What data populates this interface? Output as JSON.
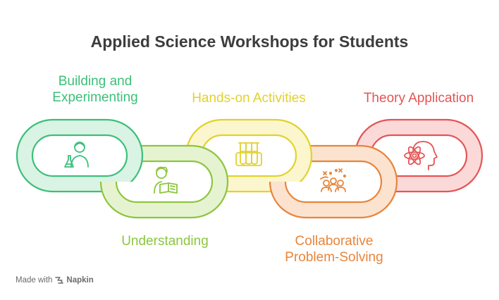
{
  "title": "Applied Science Workshops for Students",
  "steps": [
    {
      "label_lines": [
        "Building and",
        "Experimenting"
      ],
      "color": "#3dbf7a",
      "fill": "#d9f3e4",
      "icon": "scientist-flask-icon"
    },
    {
      "label_lines": [
        "Understanding"
      ],
      "color": "#8cc63f",
      "fill": "#e6f3d1",
      "icon": "reading-book-icon"
    },
    {
      "label_lines": [
        "Hands-on Activities"
      ],
      "color": "#e2d22c",
      "fill": "#fbf6cd",
      "icon": "test-tubes-icon"
    },
    {
      "label_lines": [
        "Collaborative",
        "Problem-Solving"
      ],
      "color": "#e8853a",
      "fill": "#fbe3d0",
      "icon": "team-sparks-icon"
    },
    {
      "label_lines": [
        "Theory Application"
      ],
      "color": "#e55454",
      "fill": "#fbd9d9",
      "icon": "atom-head-icon"
    }
  ],
  "footer": {
    "prefix": "Made with",
    "brand": "Napkin"
  }
}
